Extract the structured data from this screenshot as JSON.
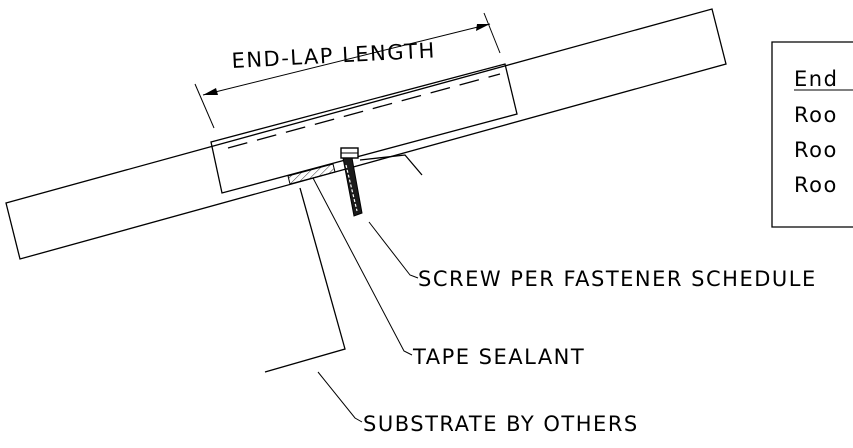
{
  "labels": {
    "end_lap_length": "END-LAP LENGTH",
    "screw": "SCREW PER FASTENER SCHEDULE",
    "tape_sealant": "TAPE SEALANT",
    "substrate": "SUBSTRATE BY OTHERS"
  },
  "table": {
    "header": "End",
    "rows": [
      "Roo",
      "Roo",
      "Roo"
    ]
  }
}
